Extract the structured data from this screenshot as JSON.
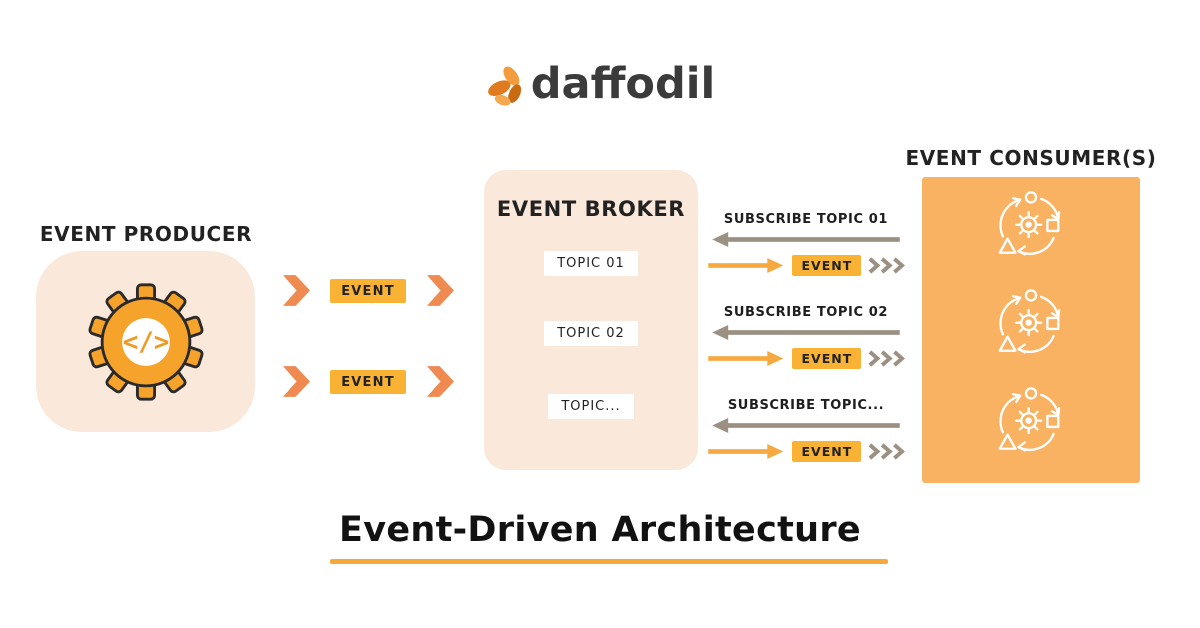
{
  "logo": {
    "text": "daffodil",
    "icon": "daffodil-flower-icon"
  },
  "producer": {
    "heading": "EVENT PRODUCER",
    "icon": "gear-code-icon",
    "gear_code": "</>"
  },
  "producer_flows": [
    {
      "event_label": "EVENT"
    },
    {
      "event_label": "EVENT"
    }
  ],
  "broker": {
    "heading": "EVENT BROKER",
    "topics": [
      "TOPIC 01",
      "TOPIC 02",
      "TOPIC..."
    ]
  },
  "consumers": {
    "heading": "EVENT CONSUMER(S)",
    "icon": "process-cycle-icon"
  },
  "subscriptions": [
    {
      "subscribe_label": "SUBSCRIBE TOPIC 01",
      "event_label": "EVENT"
    },
    {
      "subscribe_label": "SUBSCRIBE TOPIC 02",
      "event_label": "EVENT"
    },
    {
      "subscribe_label": "SUBSCRIBE TOPIC...",
      "event_label": "EVENT"
    }
  ],
  "title": {
    "text": "Event-Driven Architecture"
  },
  "colors": {
    "accent": "#F9B233",
    "coral": "#EF8A50",
    "peach": "#FAE8DA",
    "consumer_fill": "#F8B261",
    "taupe": "#9C9082",
    "dark": "#1F1F1F",
    "logo_orange": "#E8821E"
  }
}
